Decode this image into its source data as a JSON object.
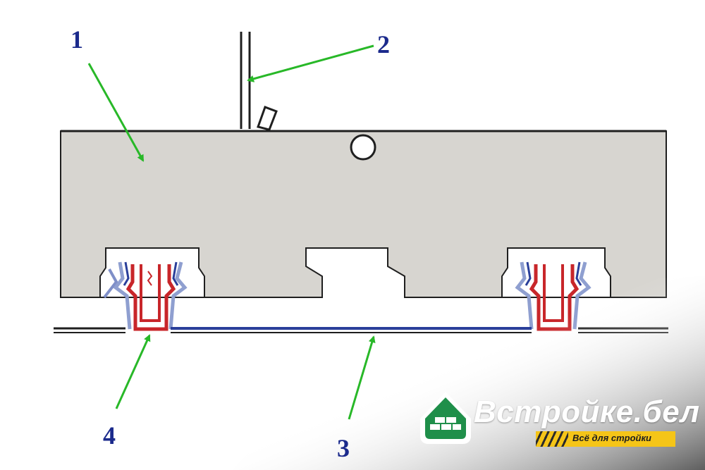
{
  "callouts": {
    "n1": "1",
    "n2": "2",
    "n3": "3",
    "n4": "4"
  },
  "brand": {
    "name": "Встройке.бел",
    "tagline": "Всё для стройки"
  },
  "colors": {
    "panel_fill": "#d7d5d0",
    "outline": "#1f1f1f",
    "arrow": "#28b828",
    "callout_text": "#1b2a8c",
    "lock_red": "#c8262a",
    "lock_blue": "#2a3f9a",
    "lock_lightblue": "#8f9fd0",
    "logo_green": "#1f8f4a",
    "tagline_bar": "#f5c518"
  }
}
